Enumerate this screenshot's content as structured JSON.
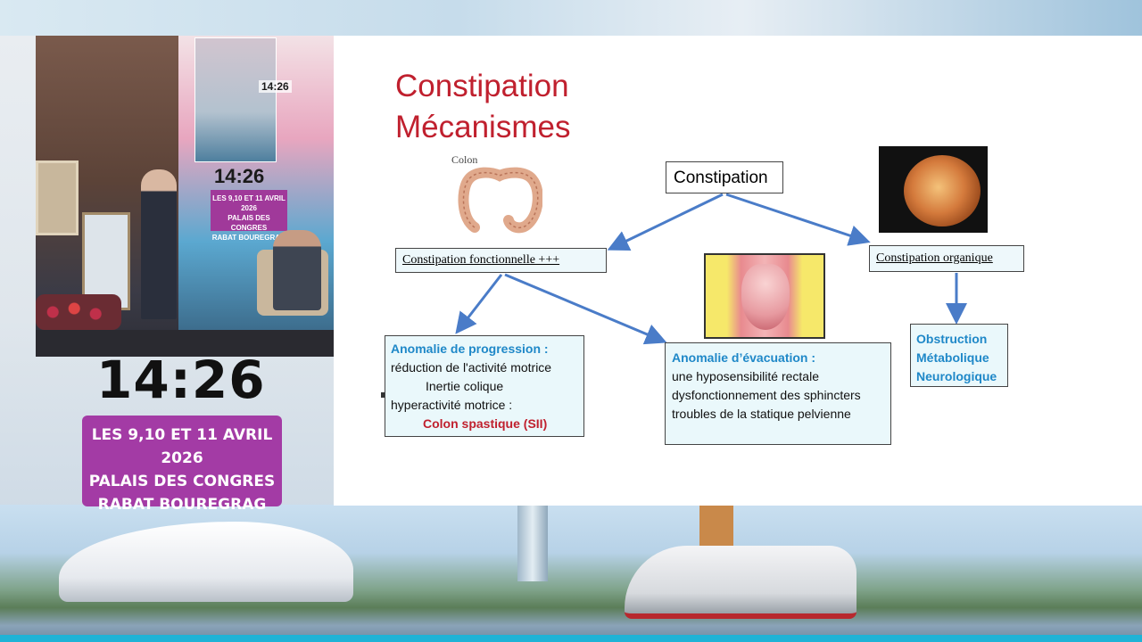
{
  "video_overlay": {
    "clock": "14:26",
    "event_lines": [
      "LES 9,10 ET 11 AVRIL 2026",
      "PALAIS DES CONGRES",
      "RABAT BOUREGRAG"
    ],
    "video_clock": "14:26",
    "video_banner_lines": [
      "LES 9,10 ET 11 AVRIL 2026",
      "PALAIS DES CONGRES",
      "RABAT BOUREGRAG"
    ]
  },
  "slide": {
    "title_lines": [
      "Constipation",
      "Mécanismes"
    ],
    "colon_label": "Colon",
    "main_box": "Constipation",
    "functional_box": "Constipation   fonctionnelle +++",
    "organic_box": "Constipation organique",
    "progression": {
      "heading": "Anomalie de progression :",
      "line1": "réduction de l'activité motrice",
      "line2": "Inertie colique",
      "line3": "hyperactivité motrice :",
      "line4": "Colon spastique (SII)"
    },
    "evacuation": {
      "heading": "Anomalie d’évacuation :",
      "line1": "une hyposensibilité rectale",
      "line2": "dysfonctionnement des sphincters",
      "line3": "troubles de la statique pelvienne"
    },
    "organic_causes": [
      "Obstruction",
      "Métabolique",
      "Neurologique"
    ]
  },
  "colors": {
    "title_red": "#c0202e",
    "heading_blue": "#1f88c8",
    "arrow_blue": "#4a7cc8",
    "banner_purple": "#a33ba5"
  }
}
